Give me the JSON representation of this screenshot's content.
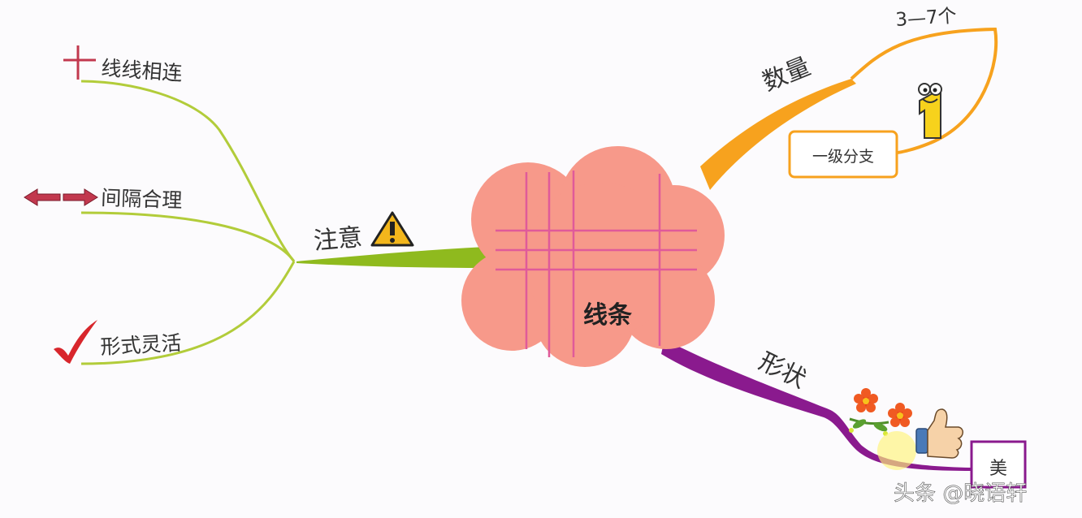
{
  "center": {
    "label": "线条",
    "color": "#f7998a",
    "line_color": "#e05a9a"
  },
  "branches": {
    "attention": {
      "label": "注意",
      "color": "#8fba1e",
      "icon": "warning-icon",
      "children": [
        {
          "label": "线线相连",
          "icon": "cross-icon"
        },
        {
          "label": "间隔合理",
          "icon": "double-arrow-icon"
        },
        {
          "label": "形式灵活",
          "icon": "checkmark-icon"
        }
      ]
    },
    "quantity": {
      "label": "数量",
      "color": "#f7a21e",
      "sub_label": "3—7个",
      "box_label": "一级分支",
      "icon": "number-one-cartoon-icon"
    },
    "shape": {
      "label": "形状",
      "color": "#8a1a8e",
      "box_label": "美",
      "icons": [
        "flowers-icon",
        "thumbs-up-icon"
      ]
    }
  },
  "watermark": "头条 @晓语轩"
}
